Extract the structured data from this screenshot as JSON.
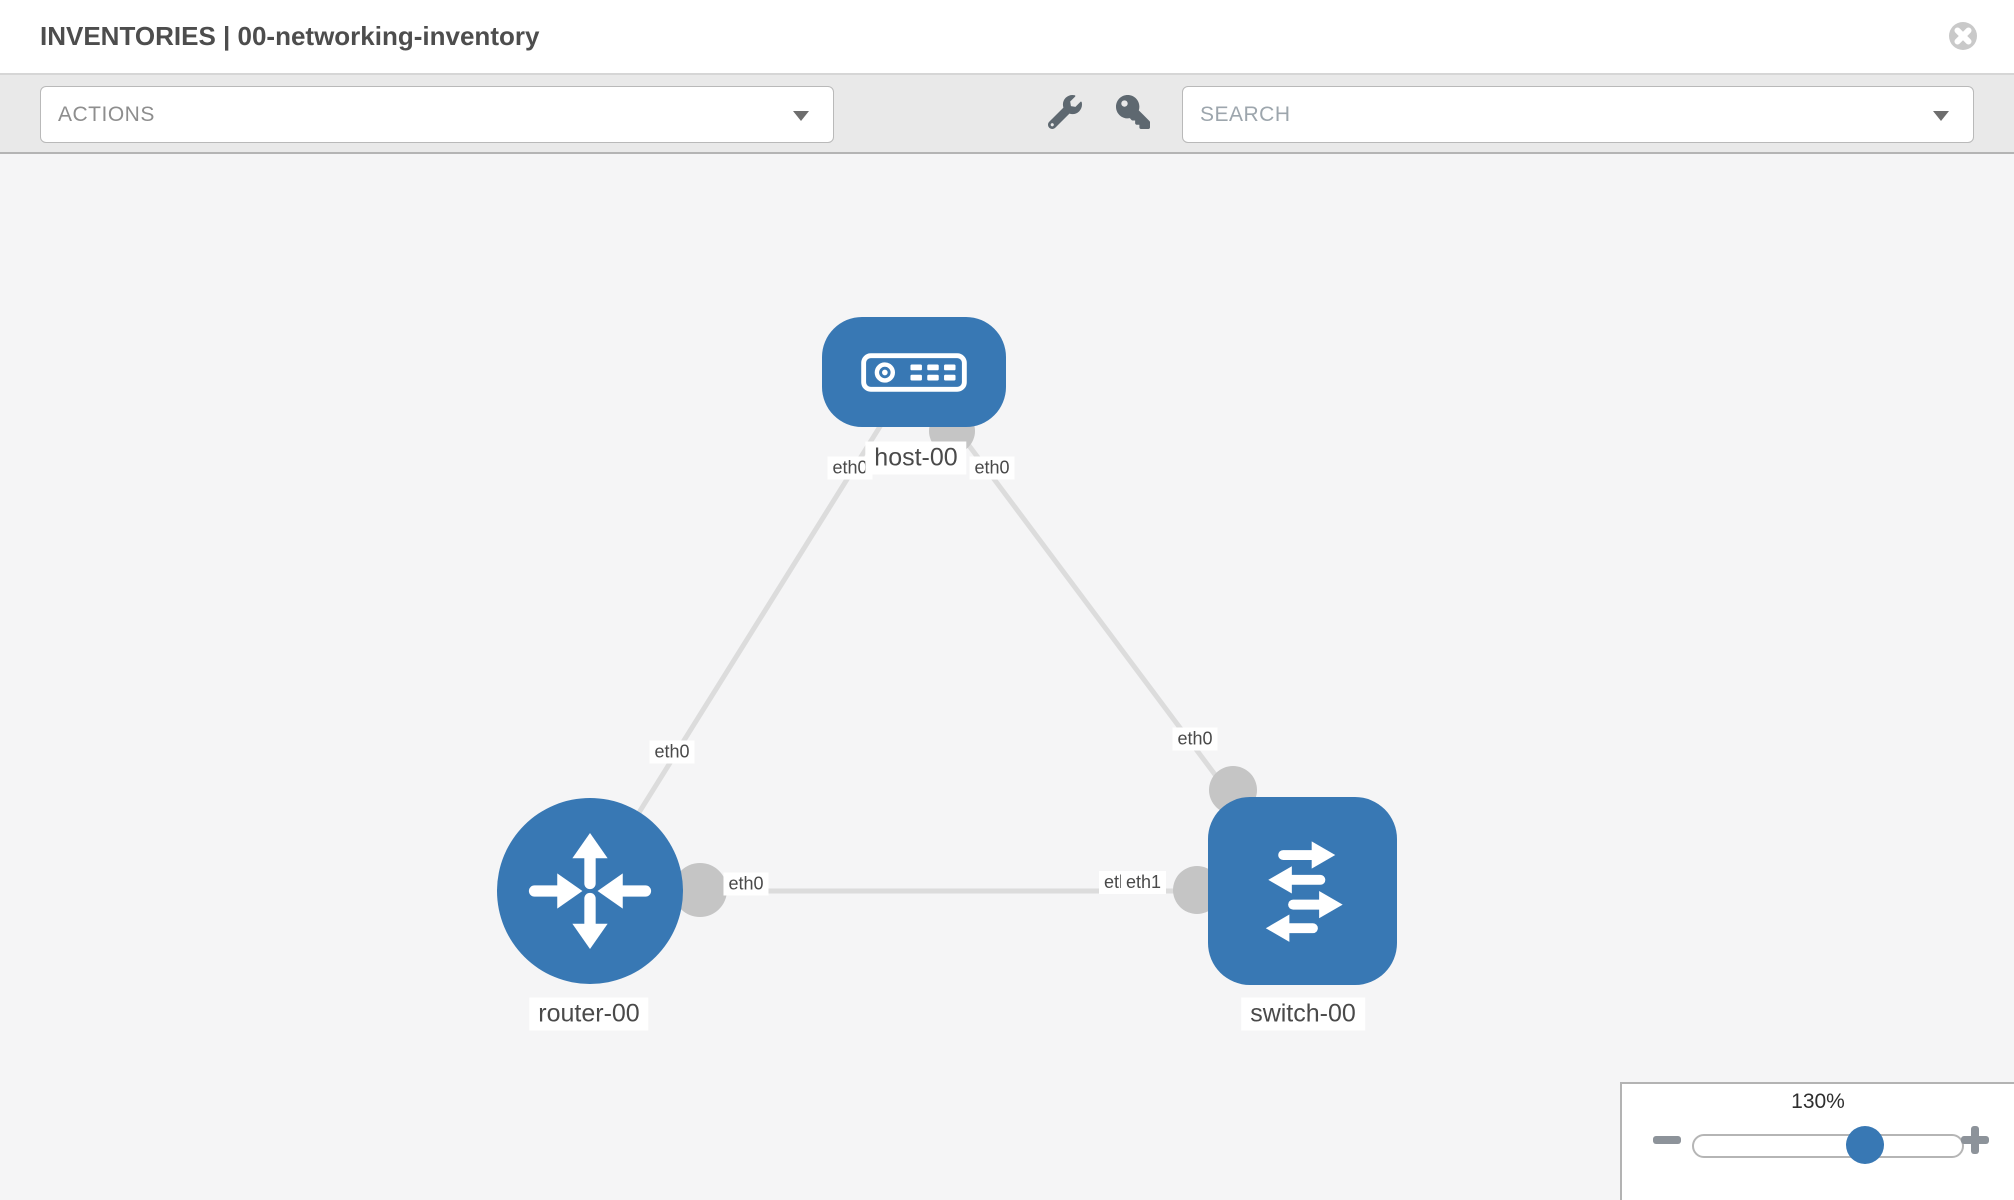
{
  "header": {
    "title": "INVENTORIES | 00-networking-inventory"
  },
  "toolbar": {
    "actions": {
      "label": "ACTIONS"
    },
    "search": {
      "placeholder": "SEARCH"
    },
    "icons": [
      "wrench-icon",
      "key-icon"
    ]
  },
  "topology": {
    "nodes": [
      {
        "label": "host-00",
        "type": "host"
      },
      {
        "label": "router-00",
        "type": "router"
      },
      {
        "label": "switch-00",
        "type": "switch"
      }
    ],
    "links": [
      {
        "from": "host-00",
        "to": "router-00",
        "from_iface": "eth0",
        "to_iface": "eth0"
      },
      {
        "from": "host-00",
        "to": "switch-00",
        "from_iface": "eth0",
        "to_iface": "eth0"
      },
      {
        "from": "router-00",
        "to": "switch-00",
        "from_iface": "eth0",
        "to_iface": "eth1"
      }
    ],
    "interface_labels": [
      {
        "text": "eth0",
        "link": "host-router",
        "side": "host"
      },
      {
        "text": "eth0",
        "link": "host-switch",
        "side": "host"
      },
      {
        "text": "eth0",
        "link": "host-router",
        "side": "router"
      },
      {
        "text": "eth0",
        "link": "host-switch",
        "side": "switch"
      },
      {
        "text": "eth0",
        "link": "router-switch",
        "side": "router"
      },
      {
        "text": "eth0",
        "link": "router-switch",
        "side": "switch-under"
      },
      {
        "text": "eth1",
        "link": "router-switch",
        "side": "switch"
      }
    ]
  },
  "zoom_control": {
    "value": "130%"
  },
  "colors": {
    "node_blue": "#3878b4",
    "link_gray": "#dcdcdc",
    "port_gray": "#c5c5c5",
    "canvas_bg": "#f5f5f6",
    "toolbar_bg": "#e9e9e9"
  }
}
